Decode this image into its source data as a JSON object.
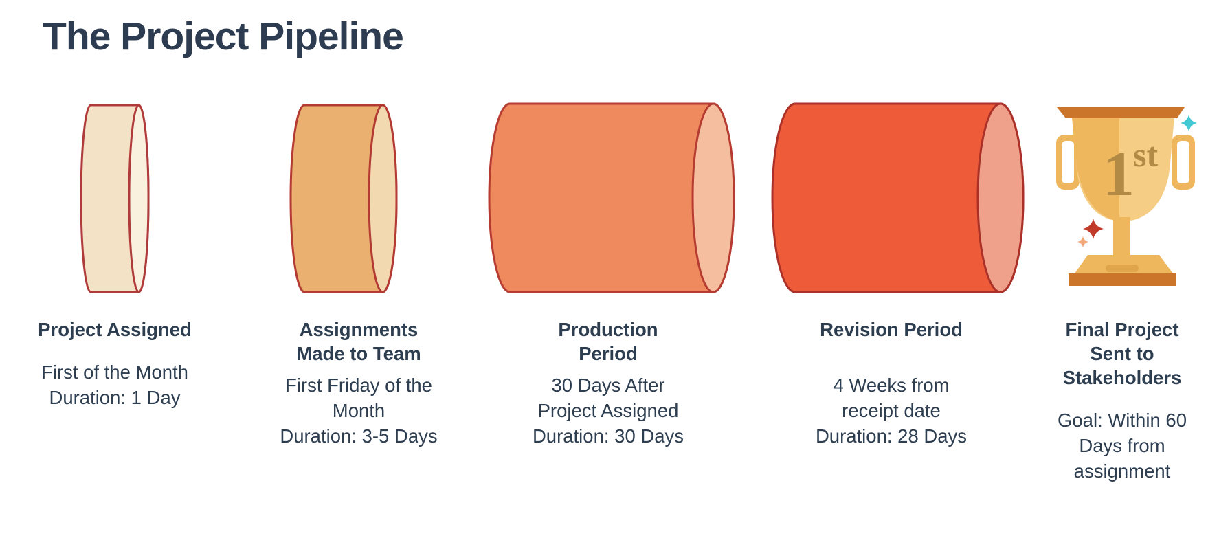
{
  "header": {
    "title": "The Project Pipeline"
  },
  "colors": {
    "text": "#2D3C50",
    "background": "#FFFFFF",
    "outline_red": "#B43B33"
  },
  "stages": [
    {
      "icon": "project-assigned-cylinder-icon",
      "title_lines": [
        "Project Assigned"
      ],
      "detail_lines": [
        "First of the Month",
        "Duration: 1 Day"
      ],
      "body_color": "#F4E2C6",
      "face_color": "#FAF0DE",
      "stroke_color": "#B03B3B"
    },
    {
      "icon": "assignments-cylinder-icon",
      "title_lines": [
        "Assignments",
        "Made to Team"
      ],
      "detail_lines": [
        "First Friday of the",
        "Month",
        "Duration: 3-5 Days"
      ],
      "body_color": "#EAB070",
      "face_color": "#F3D9AF",
      "stroke_color": "#B43B33"
    },
    {
      "icon": "production-cylinder-icon",
      "title_lines": [
        "Production",
        "Period"
      ],
      "detail_lines": [
        "30 Days After",
        "Project Assigned",
        "Duration: 30 Days"
      ],
      "body_color": "#EF8A5E",
      "face_color": "#F5BE9E",
      "stroke_color": "#B63B31"
    },
    {
      "icon": "revision-cylinder-icon",
      "title_lines": [
        "Revision Period"
      ],
      "detail_lines": [
        "4 Weeks from",
        "receipt date",
        "Duration: 28 Days"
      ],
      "body_color": "#EE5B39",
      "face_color": "#F0A18B",
      "stroke_color": "#AB3028"
    },
    {
      "icon": "trophy-1st-icon",
      "title_lines": [
        "Final Project",
        "Sent to",
        "Stakeholders"
      ],
      "detail_lines": [
        "Goal: Within 60",
        "Days from",
        "assignment"
      ],
      "trophy": {
        "label_main": "1",
        "label_sup": "st",
        "gold": "#EFB75D",
        "gold_light": "#F6CD85",
        "rim": "#CB752B",
        "engraving": "#B28A46",
        "slot": "#E0A54B",
        "sparkle_teal": "#43C9D3",
        "sparkle_red": "#C13B2B",
        "sparkle_peach": "#F3A97C"
      }
    }
  ]
}
